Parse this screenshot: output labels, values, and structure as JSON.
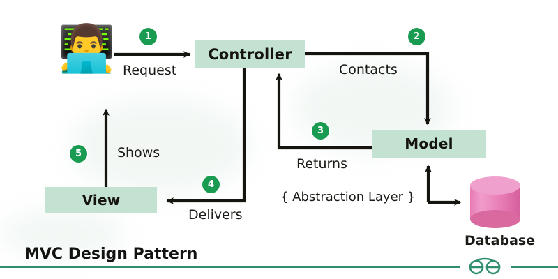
{
  "diagram": {
    "title": "MVC Design Pattern",
    "colors": {
      "node_fill": "#c3e2d1",
      "badge_fill": "#1a9b52",
      "database_fill": "#e87cb5",
      "rule": "#2f8f6d",
      "arrow": "#15140f",
      "background": "#ffffff"
    },
    "nodes": [
      {
        "id": "controller",
        "label": "Controller"
      },
      {
        "id": "model",
        "label": "Model"
      },
      {
        "id": "view",
        "label": "View"
      }
    ],
    "actor": {
      "name": "user",
      "glyph": "👨‍💻"
    },
    "datastore": {
      "label": "Database",
      "shape": "cylinder"
    },
    "badges": [
      {
        "number": "1",
        "for": "request"
      },
      {
        "number": "2",
        "for": "contacts"
      },
      {
        "number": "3",
        "for": "returns"
      },
      {
        "number": "4",
        "for": "delivers"
      },
      {
        "number": "5",
        "for": "shows"
      }
    ],
    "edges": [
      {
        "id": "request",
        "label": "Request",
        "from": "user",
        "to": "controller"
      },
      {
        "id": "contacts",
        "label": "Contacts",
        "from": "controller",
        "to": "model"
      },
      {
        "id": "returns",
        "label": "Returns",
        "from": "model",
        "to": "controller"
      },
      {
        "id": "delivers",
        "label": "Delivers",
        "from": "controller",
        "to": "view"
      },
      {
        "id": "shows",
        "label": "Shows",
        "from": "view",
        "to": "user"
      },
      {
        "id": "model-db",
        "label": "",
        "from": "model",
        "to": "database"
      }
    ],
    "annotation": "{ Abstraction Layer }"
  },
  "footer": {
    "title": "MVC Design Pattern",
    "logo": "geeksforgeeks-logo"
  }
}
